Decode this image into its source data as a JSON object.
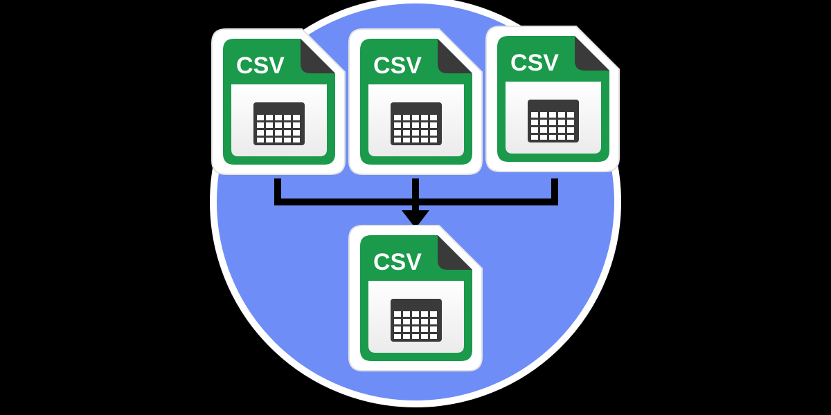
{
  "colors": {
    "background": "#000000",
    "circle_fill": "#6e8df7",
    "circle_border": "#ffffff",
    "file_green": "#1a9a4a",
    "file_body": "#f4f4f4",
    "sticker_outline": "#ffffff",
    "fold": "#3a3a3a",
    "table_icon": "#3a3a3a",
    "connector": "#000000"
  },
  "source_files": [
    {
      "label": "CSV",
      "icon": "table-icon"
    },
    {
      "label": "CSV",
      "icon": "table-icon"
    },
    {
      "label": "CSV",
      "icon": "table-icon"
    }
  ],
  "merged_file": {
    "label": "CSV",
    "icon": "table-icon"
  },
  "connector": {
    "icon": "arrow-down-icon"
  }
}
